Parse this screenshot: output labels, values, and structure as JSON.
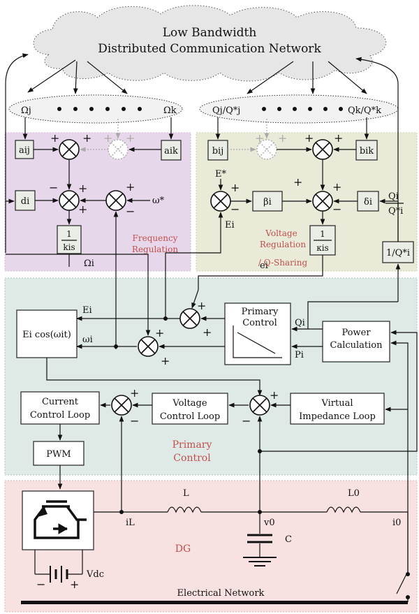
{
  "cloud": {
    "line1": "Low Bandwidth",
    "line2": "Distributed Communication Network"
  },
  "colors": {
    "freq_panel": "#e7d7ea",
    "volt_panel": "#eaead9",
    "primary_panel": "#dfeae6",
    "network_panel": "#f7e1e1",
    "label_red": "#c0504d",
    "cloud": "#e6e6e6"
  },
  "neighbors": {
    "omega_j": "Ωj",
    "omega_k": "Ωk",
    "q_j": "Qj/Q*j",
    "q_k": "Qk/Q*k"
  },
  "frequency": {
    "a_ij": "aij",
    "a_ik": "aik",
    "d_i": "di",
    "integrator": {
      "num": "1",
      "den": "kis"
    },
    "omega_ref": "ω*",
    "output": "Ωi",
    "panel_label": [
      "Frequency",
      "Regulation"
    ]
  },
  "voltage": {
    "b_ij": "bij",
    "b_ik": "bik",
    "beta_i": "βi",
    "delta_i": "δi",
    "integrator": {
      "num": "1",
      "den": "κis"
    },
    "E_ref": "E*",
    "E_i": "Ei",
    "output": "ei",
    "q_ratio_num": "Qi",
    "q_ratio_den": "Q*i",
    "inv_q": "1/Q*i",
    "panel_label": [
      "Voltage",
      "Regulation",
      "/ Q-Sharing"
    ]
  },
  "primary": {
    "E_i": "Ei",
    "omega_i": "ωi",
    "Q_i": "Qi",
    "P_i": "Pi",
    "ecos": "Ei cos(ωit)",
    "primary_control": [
      "Primary",
      "Control"
    ],
    "power_calc": [
      "Power",
      "Calculation"
    ],
    "current_loop": [
      "Current",
      "Control Loop"
    ],
    "voltage_loop": [
      "Voltage",
      "Control Loop"
    ],
    "virtual_loop": [
      "Virtual",
      "Impedance Loop"
    ],
    "pwm": "PWM",
    "panel_label": [
      "Primary",
      "Control"
    ]
  },
  "network": {
    "iL": "iL",
    "L": "L",
    "v0": "v0",
    "L0": "L0",
    "i0": "i0",
    "C": "C",
    "vdc": "Vdc",
    "dg": "DG",
    "footer": "Electrical Network",
    "minus": "−",
    "plus": "+"
  }
}
